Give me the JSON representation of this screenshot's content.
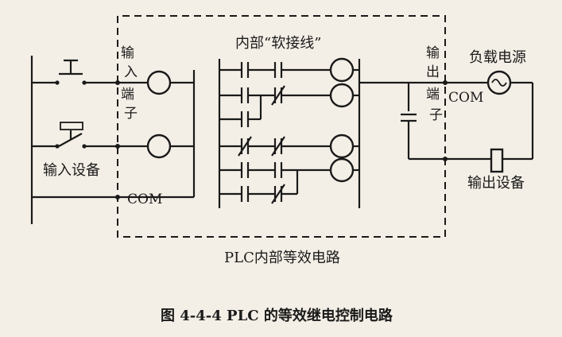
{
  "labels": {
    "input_terminal": [
      "输",
      "入",
      "端",
      "子"
    ],
    "input_device": "输入设备",
    "com_input": "COM",
    "internal_soft_wiring": "内部“软接线”",
    "output_terminal": [
      "输",
      "出",
      "端",
      "子"
    ],
    "com_output": "COM",
    "load_power": "负载电源",
    "output_device": "输出设备",
    "plc_equivalent_circuit": "PLC内部等效电路",
    "caption": "图 4-4-4   PLC 的等效继电控制电路"
  }
}
